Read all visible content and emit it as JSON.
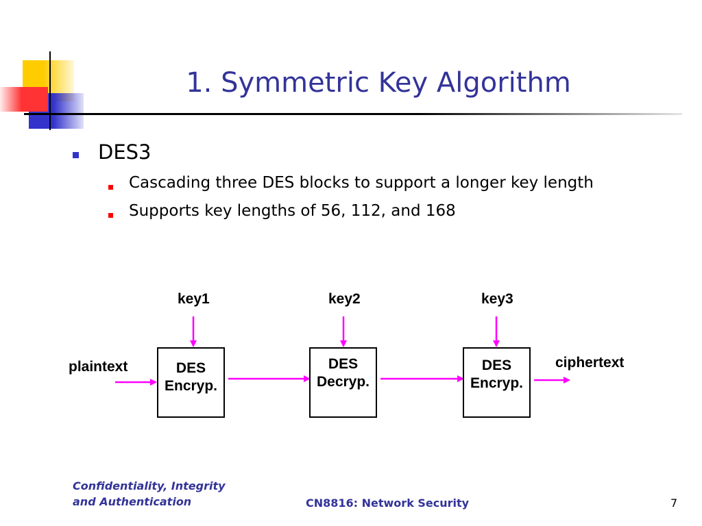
{
  "title": "1. Symmetric Key Algorithm",
  "bullets": {
    "main": "DES3",
    "sub": [
      "Cascading three DES blocks to support a longer key length",
      "Supports key lengths of 56, 112, and 168"
    ]
  },
  "diagram": {
    "input_label": "plaintext",
    "output_label": "ciphertext",
    "stages": [
      {
        "key": "key1",
        "line1": "DES",
        "line2": "Encryp."
      },
      {
        "key": "key2",
        "line1": "DES",
        "line2": "Decryp."
      },
      {
        "key": "key3",
        "line1": "DES",
        "line2": "Encryp."
      }
    ],
    "arrow_color": "#ff00ff"
  },
  "footer": {
    "left_line1": "Confidentiality, Integrity",
    "left_line2": "and Authentication",
    "center": "CN8816: Network Security",
    "page": "7"
  },
  "colors": {
    "title": "#333399",
    "main_bullet": "#3333cc",
    "sub_bullet": "#ff0000",
    "deco_yellow": "#ffcc00",
    "deco_blue": "#3333cc",
    "deco_red": "#ff3333"
  }
}
